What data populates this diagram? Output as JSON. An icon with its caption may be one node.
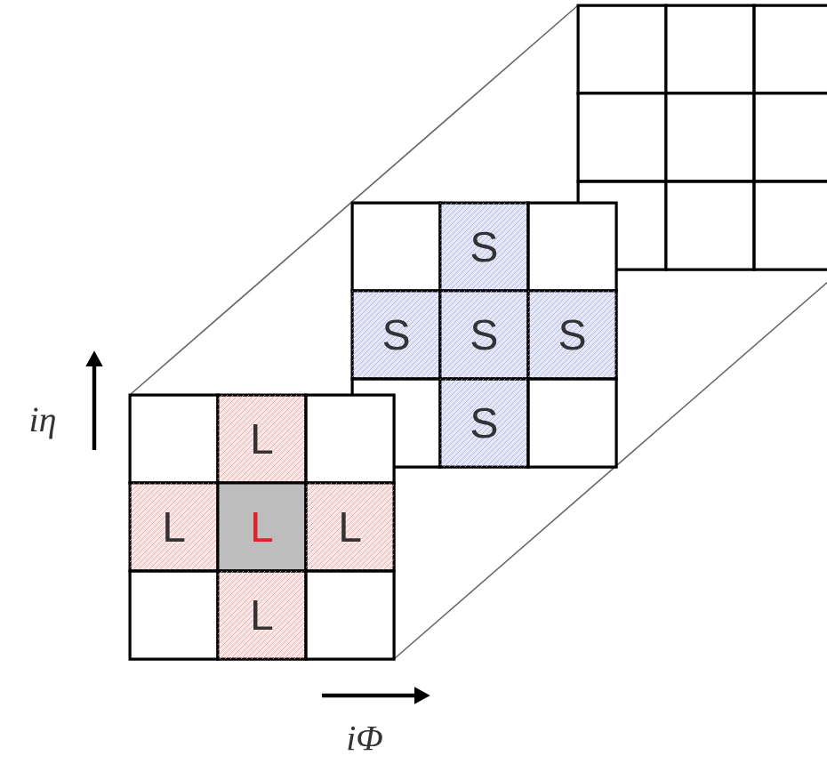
{
  "diagram": {
    "nodes": [
      {
        "text": [],
        "shape": "box"
      },
      {
        "text": [
          "L"
        ]
      },
      {
        "text": [],
        "shape": "box"
      },
      {
        "text": [
          "L"
        ]
      },
      {
        "text": [
          "L"
        ]
      },
      {
        "text": [
          "L"
        ]
      },
      {
        "text": [],
        "shape": "box"
      },
      {
        "text": [
          "L"
        ]
      },
      {
        "text": [],
        "shape": "box"
      },
      {
        "text": [],
        "shape": "box"
      },
      {
        "text": [
          "S"
        ]
      },
      {
        "text": [],
        "shape": "box"
      },
      {
        "text": [
          "S"
        ]
      },
      {
        "text": [
          "S"
        ]
      },
      {
        "text": [
          "S"
        ]
      },
      {
        "text": [],
        "shape": "box"
      },
      {
        "text": [
          "S"
        ]
      },
      {
        "text": [],
        "shape": "box"
      },
      {
        "text": [],
        "shape": "box"
      },
      {
        "text": [],
        "shape": "box"
      },
      {
        "text": [],
        "shape": "box"
      },
      {
        "text": [],
        "shape": "box"
      },
      {
        "text": [],
        "shape": "box"
      },
      {
        "text": [],
        "shape": "box"
      },
      {
        "text": [],
        "shape": "box"
      },
      {
        "text": [],
        "shape": "box"
      },
      {
        "text": [],
        "shape": "box"
      }
    ],
    "labels": [
      "iη",
      "iΦ"
    ]
  }
}
